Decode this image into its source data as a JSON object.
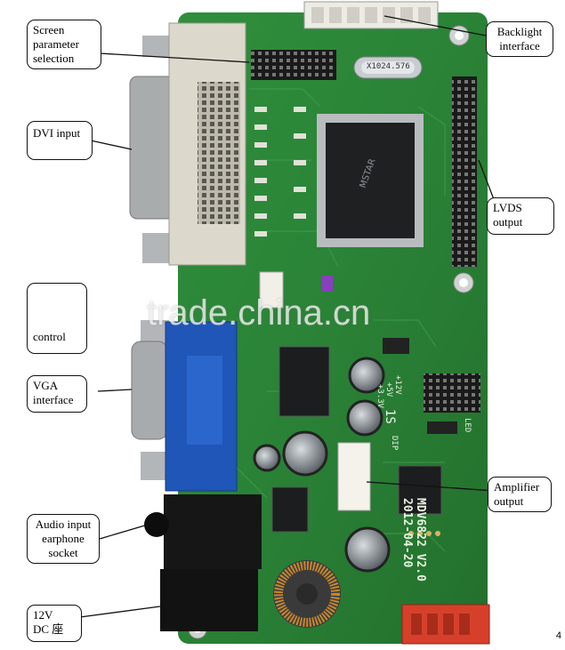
{
  "callouts": {
    "screen_param": [
      "Screen",
      "parameter",
      "selection"
    ],
    "backlight": [
      "Backlight",
      "interface"
    ],
    "dvi": [
      "DVI input"
    ],
    "lvds": [
      "LVDS",
      "output"
    ],
    "control": [
      "control"
    ],
    "vga": [
      "VGA",
      "interface"
    ],
    "amplifier": [
      "Amplifier",
      "output"
    ],
    "audio": [
      "Audio input",
      "earphone",
      "socket"
    ],
    "dc": [
      "12V",
      "DC 座"
    ]
  },
  "board": {
    "model_line1": "MDV6822 V2.0",
    "model_line2": "2012-04-20",
    "crystal": "X1024.576",
    "chip_brand": "MSTAR",
    "side_labels": [
      "+12V",
      "+5V",
      "+3.3V",
      "1S",
      "DIP",
      "LED"
    ]
  },
  "watermark": "trade.china.cn",
  "page_number": "4",
  "colors": {
    "pcb": "#2f8a3a",
    "vga_connector": "#1f56b8",
    "dvi_connector": "#d8d5c8",
    "red_connector": "#d6402a"
  }
}
